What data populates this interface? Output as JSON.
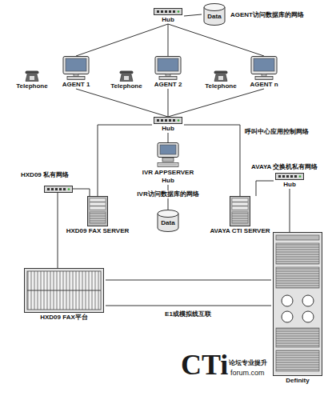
{
  "diagram": {
    "nodes": [
      {
        "text": [
          "Hub"
        ]
      },
      {
        "text": [
          "Data"
        ]
      },
      {
        "text": [
          "Telephone"
        ]
      },
      {
        "text": [
          "AGENT 1"
        ]
      },
      {
        "text": [
          "Telephone"
        ]
      },
      {
        "text": [
          "AGENT 2"
        ]
      },
      {
        "text": [
          "Telephone"
        ]
      },
      {
        "text": [
          "AGENT n"
        ]
      },
      {
        "text": [
          "Hub"
        ]
      },
      {
        "text": [
          "IVR APPSERVER",
          "Hub"
        ]
      },
      {
        "text": [
          "Hub"
        ]
      },
      {
        "text": [
          "HXD09 FAX SERVER"
        ]
      },
      {
        "text": [
          "Data"
        ]
      },
      {
        "text": [
          "AVAYA CTI SERVER"
        ]
      },
      {
        "text": [
          "HXD09 FAX平台"
        ]
      },
      {
        "text": [
          "Definity"
        ]
      }
    ],
    "edges": [
      {
        "from": 0,
        "to": 1,
        "arrow": "none"
      },
      {
        "from": 0,
        "to": 3,
        "arrow": "none"
      },
      {
        "from": 0,
        "to": 5,
        "arrow": "none"
      },
      {
        "from": 0,
        "to": 7,
        "arrow": "none"
      },
      {
        "from": 3,
        "to": 8,
        "arrow": "none"
      },
      {
        "from": 5,
        "to": 8,
        "arrow": "none"
      },
      {
        "from": 7,
        "to": 8,
        "arrow": "none"
      },
      {
        "from": 8,
        "to": 9,
        "arrow": "none"
      },
      {
        "from": 8,
        "to": 11,
        "arrow": "none"
      },
      {
        "from": 8,
        "to": 13,
        "arrow": "none"
      },
      {
        "from": 9,
        "to": 12,
        "arrow": "none"
      },
      {
        "from": 10,
        "to": 13,
        "arrow": "none"
      },
      {
        "from": 10,
        "to": 15,
        "arrow": "none"
      },
      {
        "from": 14,
        "to": 15,
        "arrow": "none"
      },
      {
        "from": 14,
        "to": 15,
        "label": "E1或模拟线互联",
        "arrow": "none"
      }
    ],
    "labels": [
      "AGENT访问数据库的网络",
      "呼叫中心应用控制网络",
      "HXD09 私有网络",
      "AVAYA 交换机私有网络",
      "IVR访问数据库的网络",
      "CTi",
      "论坛专业提升",
      "forum.com"
    ]
  }
}
